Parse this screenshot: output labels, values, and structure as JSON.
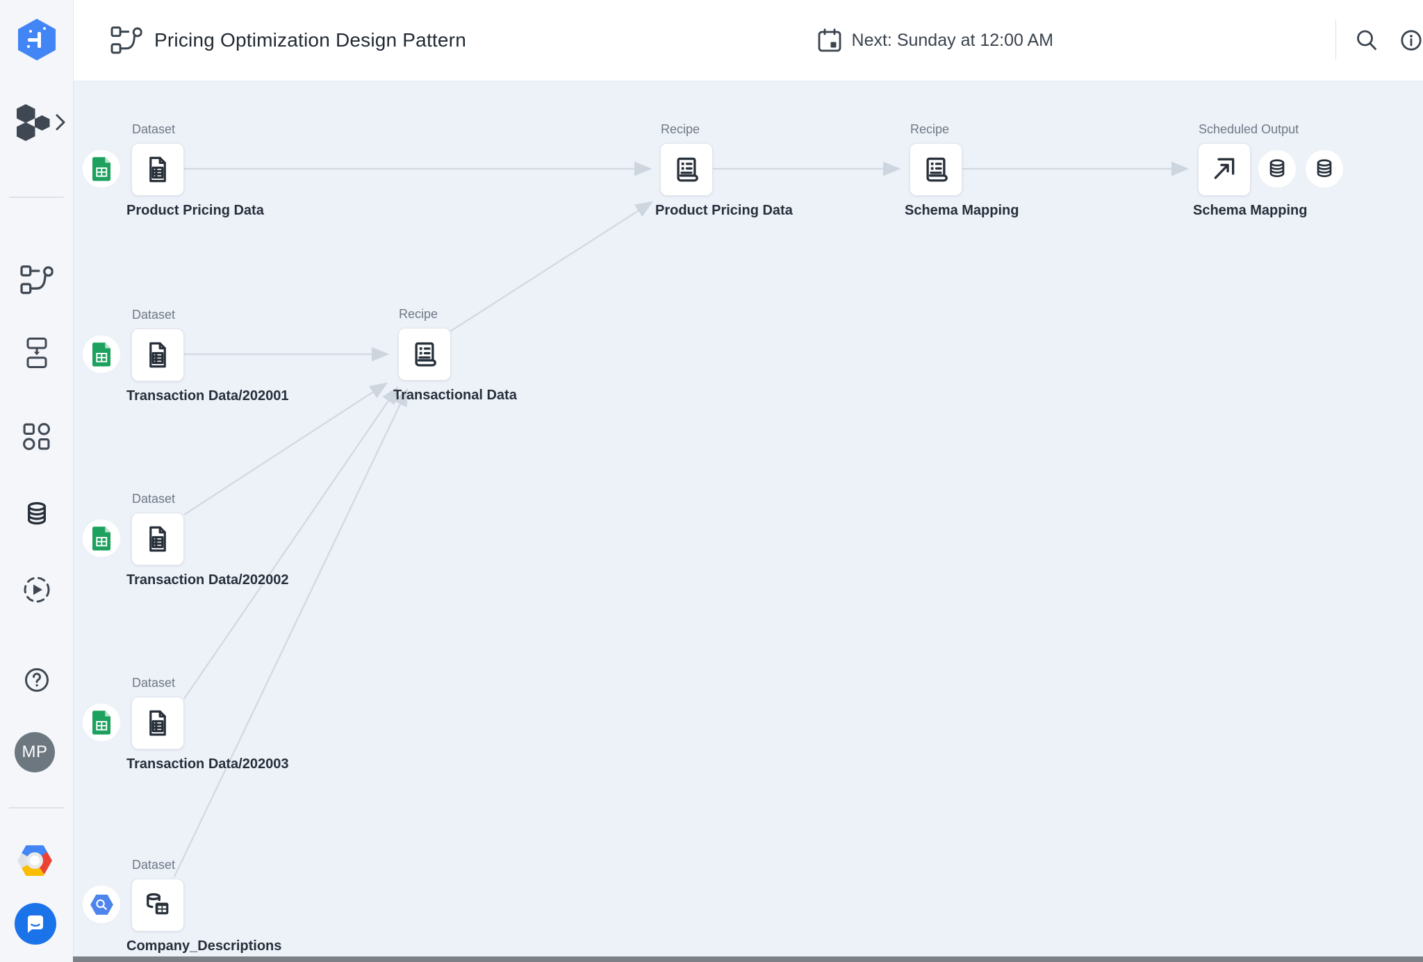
{
  "header": {
    "title": "Pricing Optimization Design Pattern",
    "title_icon": "flow-icon",
    "schedule": {
      "icon": "calendar-icon",
      "text": "Next: Sunday at 12:00 AM"
    },
    "search_icon": "search-icon",
    "info_icon": "info-icon"
  },
  "sidebar": {
    "logo_icon": "dataprep-logo",
    "nav_icons": [
      "hexagon-cluster-chevron-icon",
      "flow-icon",
      "plan-icon",
      "library-icon",
      "database-icon",
      "job-history-icon",
      "help-icon"
    ],
    "avatar_initials": "MP",
    "google_cloud_icon": "google-cloud-logo",
    "chat_icon": "chat-icon"
  },
  "canvas": {
    "nodes": [
      {
        "type_label": "Dataset",
        "name": "Product Pricing Data",
        "badge_icon": "google-sheets-icon",
        "node_icon": "dataset-file-icon"
      },
      {
        "type_label": "Recipe",
        "name": "Product Pricing Data",
        "node_icon": "recipe-scroll-icon"
      },
      {
        "type_label": "Recipe",
        "name": "Schema Mapping",
        "node_icon": "recipe-scroll-icon"
      },
      {
        "type_label": "Scheduled Output",
        "name": "Schema Mapping",
        "node_icon": "output-arrow-icon",
        "output_icons": [
          "database-icon",
          "database-icon"
        ]
      },
      {
        "type_label": "Dataset",
        "name": "Transaction Data/202001",
        "badge_icon": "google-sheets-icon",
        "node_icon": "dataset-file-icon"
      },
      {
        "type_label": "Recipe",
        "name": "Transactional Data",
        "node_icon": "recipe-scroll-icon"
      },
      {
        "type_label": "Dataset",
        "name": "Transaction Data/202002",
        "badge_icon": "google-sheets-icon",
        "node_icon": "dataset-file-icon"
      },
      {
        "type_label": "Dataset",
        "name": "Transaction Data/202003",
        "badge_icon": "google-sheets-icon",
        "node_icon": "dataset-file-icon"
      },
      {
        "type_label": "Dataset",
        "name": "Company_Descriptions",
        "badge_icon": "bigquery-icon",
        "node_icon": "bigquery-table-icon"
      }
    ]
  },
  "colors": {
    "canvas_bg": "#edf1f8",
    "sidebar_bg": "#f4f6fa",
    "header_bg": "#ffffff",
    "edge": "#d3d9e2",
    "card_border": "#e1e5eb",
    "node_name_text": "#262f3a",
    "node_type_text": "#6e7985",
    "sheets_green": "#1ea15f",
    "bigquery_blue": "#4e85ec",
    "accent_blue": "#4285f4",
    "chat_blue": "#1a73e8",
    "avatar_gray": "#6d7780",
    "bottom_strip": "#7d8187"
  }
}
